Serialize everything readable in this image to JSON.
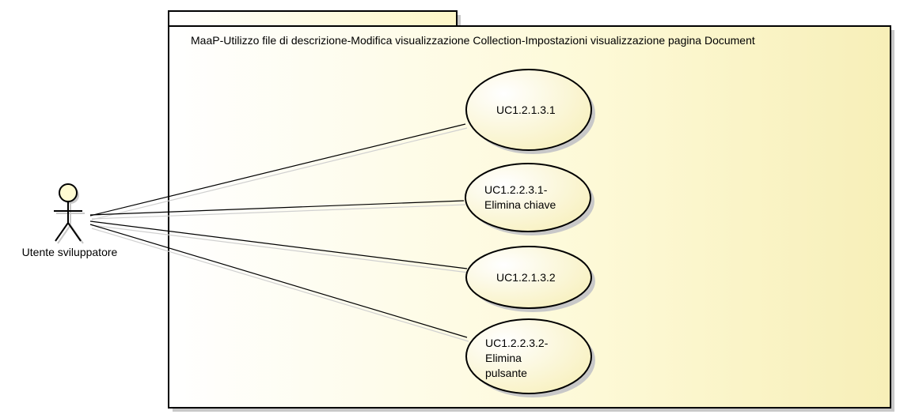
{
  "diagram": {
    "package_title": "MaaP-Utilizzo file di descrizione-Modifica visualizzazione Collection-Impostazioni visualizzazione pagina Document",
    "actor": {
      "name": "Utente sviluppatore"
    },
    "use_cases": [
      {
        "lines": [
          "UC1.2.1.3.1"
        ]
      },
      {
        "lines": [
          "UC1.2.2.3.1-",
          "Elimina chiave"
        ]
      },
      {
        "lines": [
          "UC1.2.1.3.2"
        ]
      },
      {
        "lines": [
          "UC1.2.2.3.2-",
          "Elimina",
          "pulsante"
        ]
      }
    ],
    "colors": {
      "fill_light": "#ffffff",
      "fill_tint": "#fdf9d6",
      "fill_deep": "#f7efb8",
      "stroke": "#000000",
      "shadow": "#c8c8c8",
      "actor_fill": "#fffbd2"
    }
  }
}
